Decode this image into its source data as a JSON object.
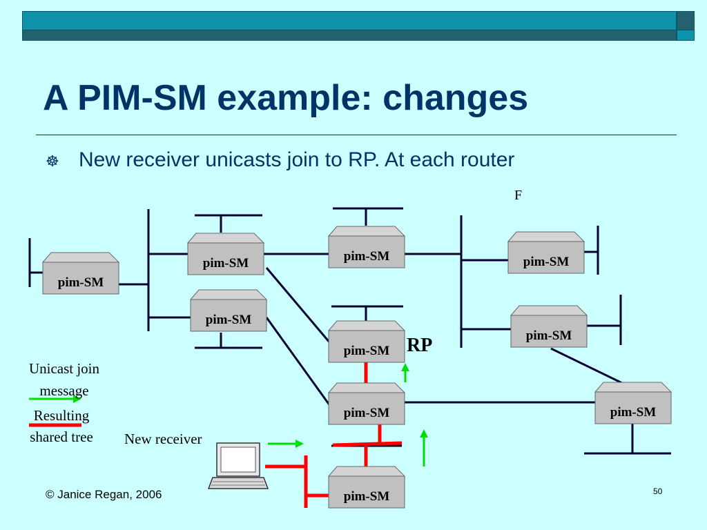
{
  "slide": {
    "title": "A PIM-SM example: changes",
    "bullet": "New receiver unicasts join to RP. At each router",
    "bullet_symbol": "☸",
    "f_label": "F",
    "rp_label": "RP",
    "new_receiver_label": "New receiver",
    "footer": "© Janice Regan, 2006",
    "page_number": "50"
  },
  "legend": {
    "unicast_line1": "Unicast join",
    "unicast_line2": "message",
    "tree_line1": "Resulting",
    "tree_line2": "shared tree"
  },
  "routers": {
    "label": "pim-SM"
  },
  "colors": {
    "background": "#ccffff",
    "title": "#003366",
    "shared_tree": "#ff0000",
    "join_arrow": "#00dd00",
    "link": "#000033"
  }
}
